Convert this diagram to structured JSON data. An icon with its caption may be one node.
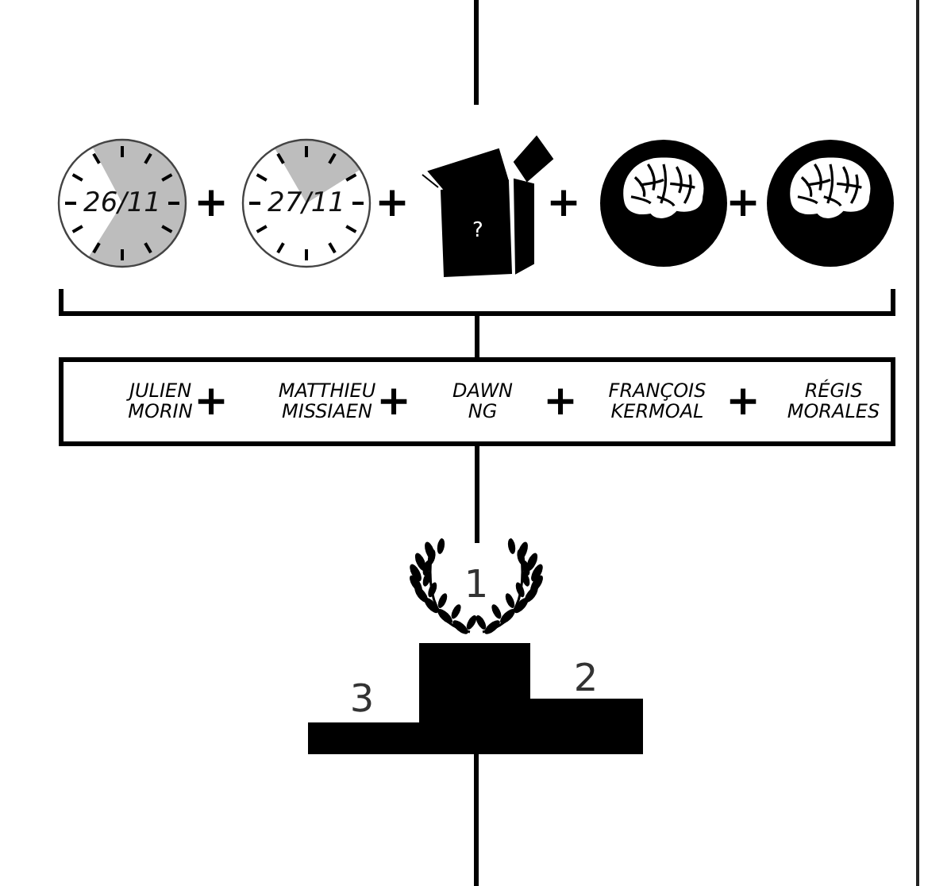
{
  "diagram": {
    "nodes": [
      {
        "text": [
          "26/11"
        ]
      },
      {
        "text": [
          "27/11"
        ]
      },
      {
        "text": [
          "?"
        ]
      },
      {
        "text": [],
        "shape": "circle"
      },
      {
        "text": [],
        "shape": "circle"
      },
      {
        "text": [],
        "shape": "bracket"
      },
      {
        "text": [],
        "shape": "box"
      },
      {
        "text": [
          "JULIEN MORIN"
        ],
        "in": 6
      },
      {
        "text": [
          "MATTHIEU MISSIAEN"
        ],
        "in": 6
      },
      {
        "text": [
          "DAWN NG"
        ],
        "in": 6
      },
      {
        "text": [
          "FRANÇOIS KERMOAL"
        ],
        "in": 6
      },
      {
        "text": [
          "RÉGIS MORALES"
        ],
        "in": 6
      },
      {
        "text": [],
        "shape": "podium"
      }
    ],
    "edges": [
      {
        "from": 5,
        "to": 6,
        "arrow": "none"
      },
      {
        "from": 6,
        "to": 12,
        "arrow": "none"
      }
    ],
    "labels": [
      "+",
      "+",
      "+",
      "+",
      "+",
      "+",
      "+",
      "+",
      "1",
      "3",
      "2"
    ]
  }
}
